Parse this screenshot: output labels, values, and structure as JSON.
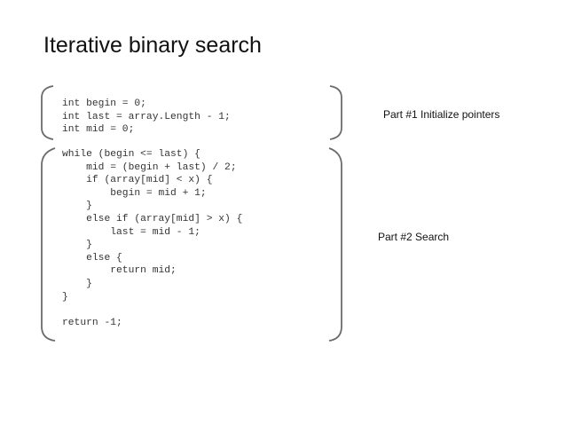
{
  "slide": {
    "title": "Iterative binary search",
    "part1": {
      "label": "Part #1 Initialize pointers",
      "code": "int begin = 0;\nint last = array.Length - 1;\nint mid = 0;"
    },
    "part2": {
      "label": "Part #2 Search",
      "code": "while (begin <= last) {\n    mid = (begin + last) / 2;\n    if (array[mid] < x) {\n        begin = mid + 1;\n    }\n    else if (array[mid] > x) {\n        last = mid - 1;\n    }\n    else {\n        return mid;\n    }\n}\n\nreturn -1;"
    },
    "colors": {
      "bracket": "#6b6b6b",
      "code_text": "#333333",
      "title_text": "#111111"
    }
  }
}
